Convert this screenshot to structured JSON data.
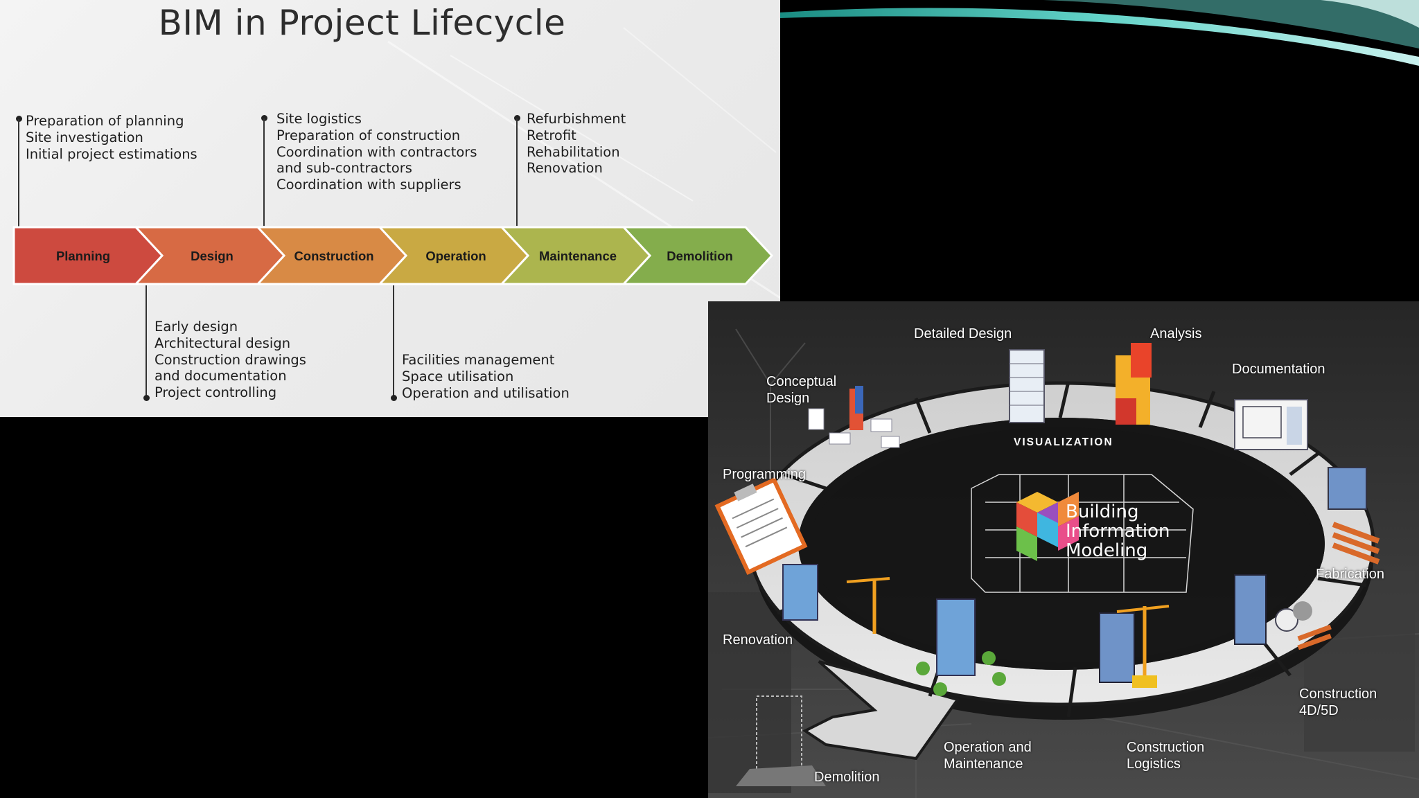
{
  "title": "BIM in Project Lifecycle",
  "stages": [
    {
      "label": "Planning",
      "color": "#cd4a3f"
    },
    {
      "label": "Design",
      "color": "#d76a44"
    },
    {
      "label": "Construction",
      "color": "#d88a45"
    },
    {
      "label": "Operation",
      "color": "#c9a943"
    },
    {
      "label": "Maintenance",
      "color": "#acb54e"
    },
    {
      "label": "Demolition",
      "color": "#84ad4c"
    }
  ],
  "notes_top": [
    {
      "lines": [
        "Preparation of planning",
        "Site investigation",
        "Initial project estimations"
      ]
    },
    {
      "lines": [
        "Site logistics",
        "Preparation of construction",
        "Coordination with contractors",
        "and sub-contractors",
        "Coordination with suppliers"
      ]
    },
    {
      "lines": [
        "Refurbishment",
        "Retrofit",
        "Rehabilitation",
        "Renovation"
      ]
    }
  ],
  "notes_bottom": [
    {
      "lines": [
        "Early design",
        "Architectural design",
        "Construction drawings",
        "and documentation",
        "Project controlling"
      ]
    },
    {
      "lines": [
        "Facilities management",
        "Space utilisation",
        "Operation and utilisation"
      ]
    }
  ],
  "cycle": {
    "center_title": [
      "Building",
      "Information",
      "Modeling"
    ],
    "ring_caption": "VISUALIZATION",
    "labels": {
      "conceptual_design": [
        "Conceptual",
        "Design"
      ],
      "detailed_design": [
        "Detailed Design"
      ],
      "analysis": [
        "Analysis"
      ],
      "documentation": [
        "Documentation"
      ],
      "programming": [
        "Programming"
      ],
      "fabrication": [
        "Fabrication"
      ],
      "renovation": [
        "Renovation"
      ],
      "construction_4d5d": [
        "Construction",
        "4D/5D"
      ],
      "operation_maintenance": [
        "Operation and",
        "Maintenance"
      ],
      "construction_logistics": [
        "Construction",
        "Logistics"
      ],
      "demolition": [
        "Demolition"
      ]
    }
  }
}
